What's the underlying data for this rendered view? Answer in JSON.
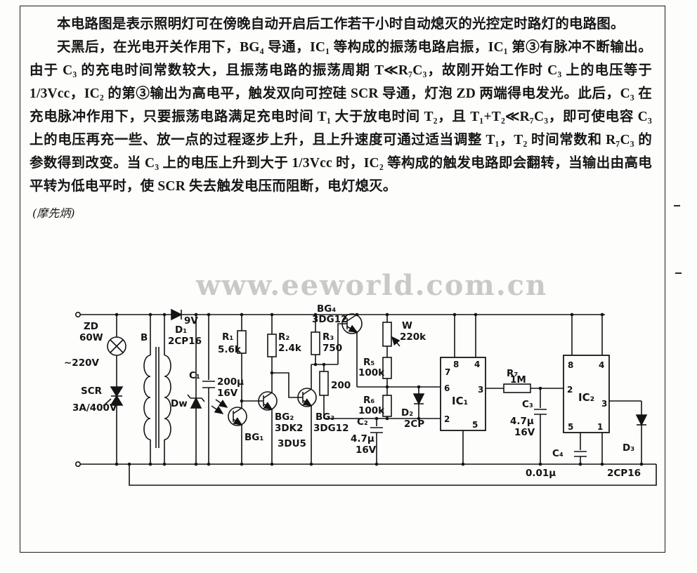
{
  "article": {
    "para1": "本电路图是表示照明灯可在傍晚自动开启后工作若干小时自动熄灭的光控定时路灯的电路图。",
    "para2": "天黑后，在光电开关作用下，BG₄ 导通，IC₁ 等构成的振荡电路启振，IC₁ 第③有脉冲不断输出。由于 C₃ 的充电时间常数较大，且振荡电路的振荡周期 T≪R₇C₃，故刚开始工作时 C₃ 上的电压等于 1/3Vcc，IC₂ 的第③输出为高电平，触发双向可控硅 SCR 导通，灯泡 ZD 两端得电发光。此后，C₃ 在充电脉冲作用下，只要振荡电路满足充电时间 T₁ 大于放电时间 T₂，且 T₁+T₂≪R₇C₃，即可使电容 C₃ 上的电压再充一些、放一点的过程逐步上升，且上升速度可通过适当调整 T₁，T₂ 时间常数和 R₇C₃ 的参数得到改变。当 C₃ 上的电压上升到大于 1/3Vcc 时，IC₂ 等构成的触发电路即会翻转，当输出由高电平转为低电平时，使 SCR 失去触发电压而阻断，电灯熄灭。",
    "author": "(摩先炳)",
    "watermark": "www.eeworld.com.cn"
  },
  "circuit": {
    "zd_name": "ZD",
    "zd_power": "60W",
    "mains": "~220V",
    "scr_name": "SCR",
    "scr_rating": "3A/400V",
    "transformer": "B",
    "d1_name": "D₁",
    "d1_type": "2CP16",
    "d1_voltage": "9V",
    "dw_name": "Dw",
    "c1_name": "C₁",
    "c1_value": "200μ",
    "c1_voltage": "16V",
    "r1_name": "R₁",
    "r1_value": "5.6k",
    "bg1_name": "BG₁",
    "bg1_type": "3DU5",
    "r2_name": "R₂",
    "r2_value": "2.4k",
    "bg2_name": "BG₂",
    "bg2_type": "3DK2",
    "r3_name": "R₃",
    "r3_value": "750",
    "r4_value": "200",
    "bg3_name": "BG₃",
    "bg3_type": "3DG12",
    "bg4_name": "BG₄",
    "bg4_type": "3DG12",
    "w_name": "W",
    "w_value": "220k",
    "r5_name": "R₅",
    "r5_value": "100k",
    "r6_name": "R₆",
    "r6_value": "100k",
    "d2_name": "D₂",
    "d2_type": "2CP",
    "c2_name": "C₂",
    "c2_value": "4.7μ",
    "c2_voltage": "16V",
    "ic1_name": "IC₁",
    "ic1_pins": {
      "p7": "7",
      "p8": "8",
      "p4": "4",
      "p6": "6",
      "p2": "2",
      "p3": "3",
      "p5": "5"
    },
    "r7_name": "R₇",
    "r7_value": "1M",
    "c3_name": "C₃",
    "c3_value": "4.7μ",
    "c3_voltage": "16V",
    "ic2_name": "IC₂",
    "ic2_pins": {
      "p8": "8",
      "p4": "4",
      "p2": "2",
      "p3": "3",
      "p5": "5",
      "p1": "1"
    },
    "c4_name": "C₄",
    "c4_value": "0.01μ",
    "d3_name": "D₃",
    "d3_type": "2CP16"
  }
}
